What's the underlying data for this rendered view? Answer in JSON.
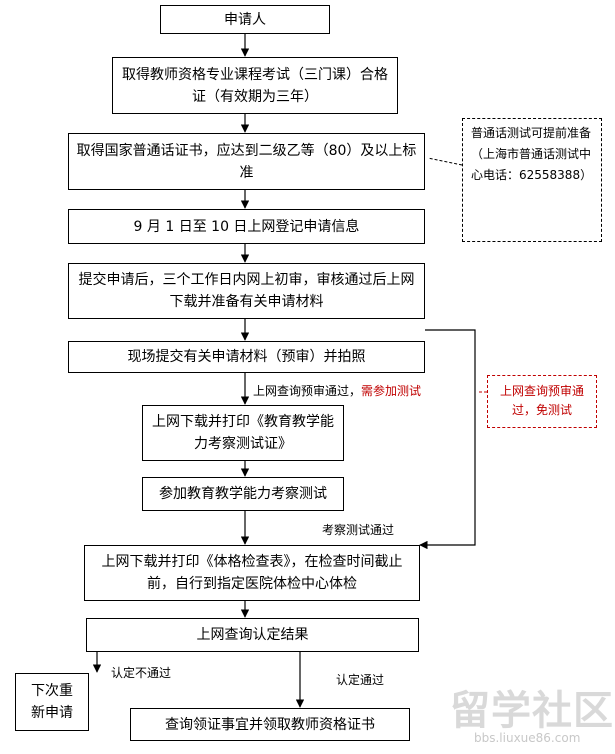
{
  "flow": {
    "applicant": "申请人",
    "step1": "取得教师资格专业课程考试（三门课）合格证（有效期为三年）",
    "step2": "取得国家普通话证书，应达到二级乙等（80）及以上标准",
    "step3": "9 月 1 日至 10 日上网登记申请信息",
    "step4": "提交申请后，三个工作日内网上初审，审核通过后上网下载并准备有关申请材料",
    "step5": "现场提交有关申请材料（预审）并拍照",
    "step6": "上网下载并打印《教育教学能力考察测试证》",
    "step7": "参加教育教学能力考察测试",
    "step8": "上网下载并打印《体格检查表》，在检查时间截止前，自行到指定医院体检中心体检",
    "step9": "上网查询认定结果",
    "fail": "下次重新申请",
    "final": "查询领证事宜并领取教师资格证书"
  },
  "notes": {
    "mandarin_test": "普通话测试可提前准备（上海市普通话测试中心电话：62558388）",
    "exempt": "上网查询预审通过，免测试"
  },
  "labels": {
    "need_test_black": "上网查询预审通过，",
    "need_test_red": "需参加测试",
    "test_passed": "考察测试通过",
    "not_passed": "认定不通过",
    "passed": "认定通过"
  },
  "watermark": {
    "logo": "留学社区",
    "url": "bbs.liuxue86.com"
  },
  "colors": {
    "accent_red": "#c00000",
    "line": "#000000"
  }
}
